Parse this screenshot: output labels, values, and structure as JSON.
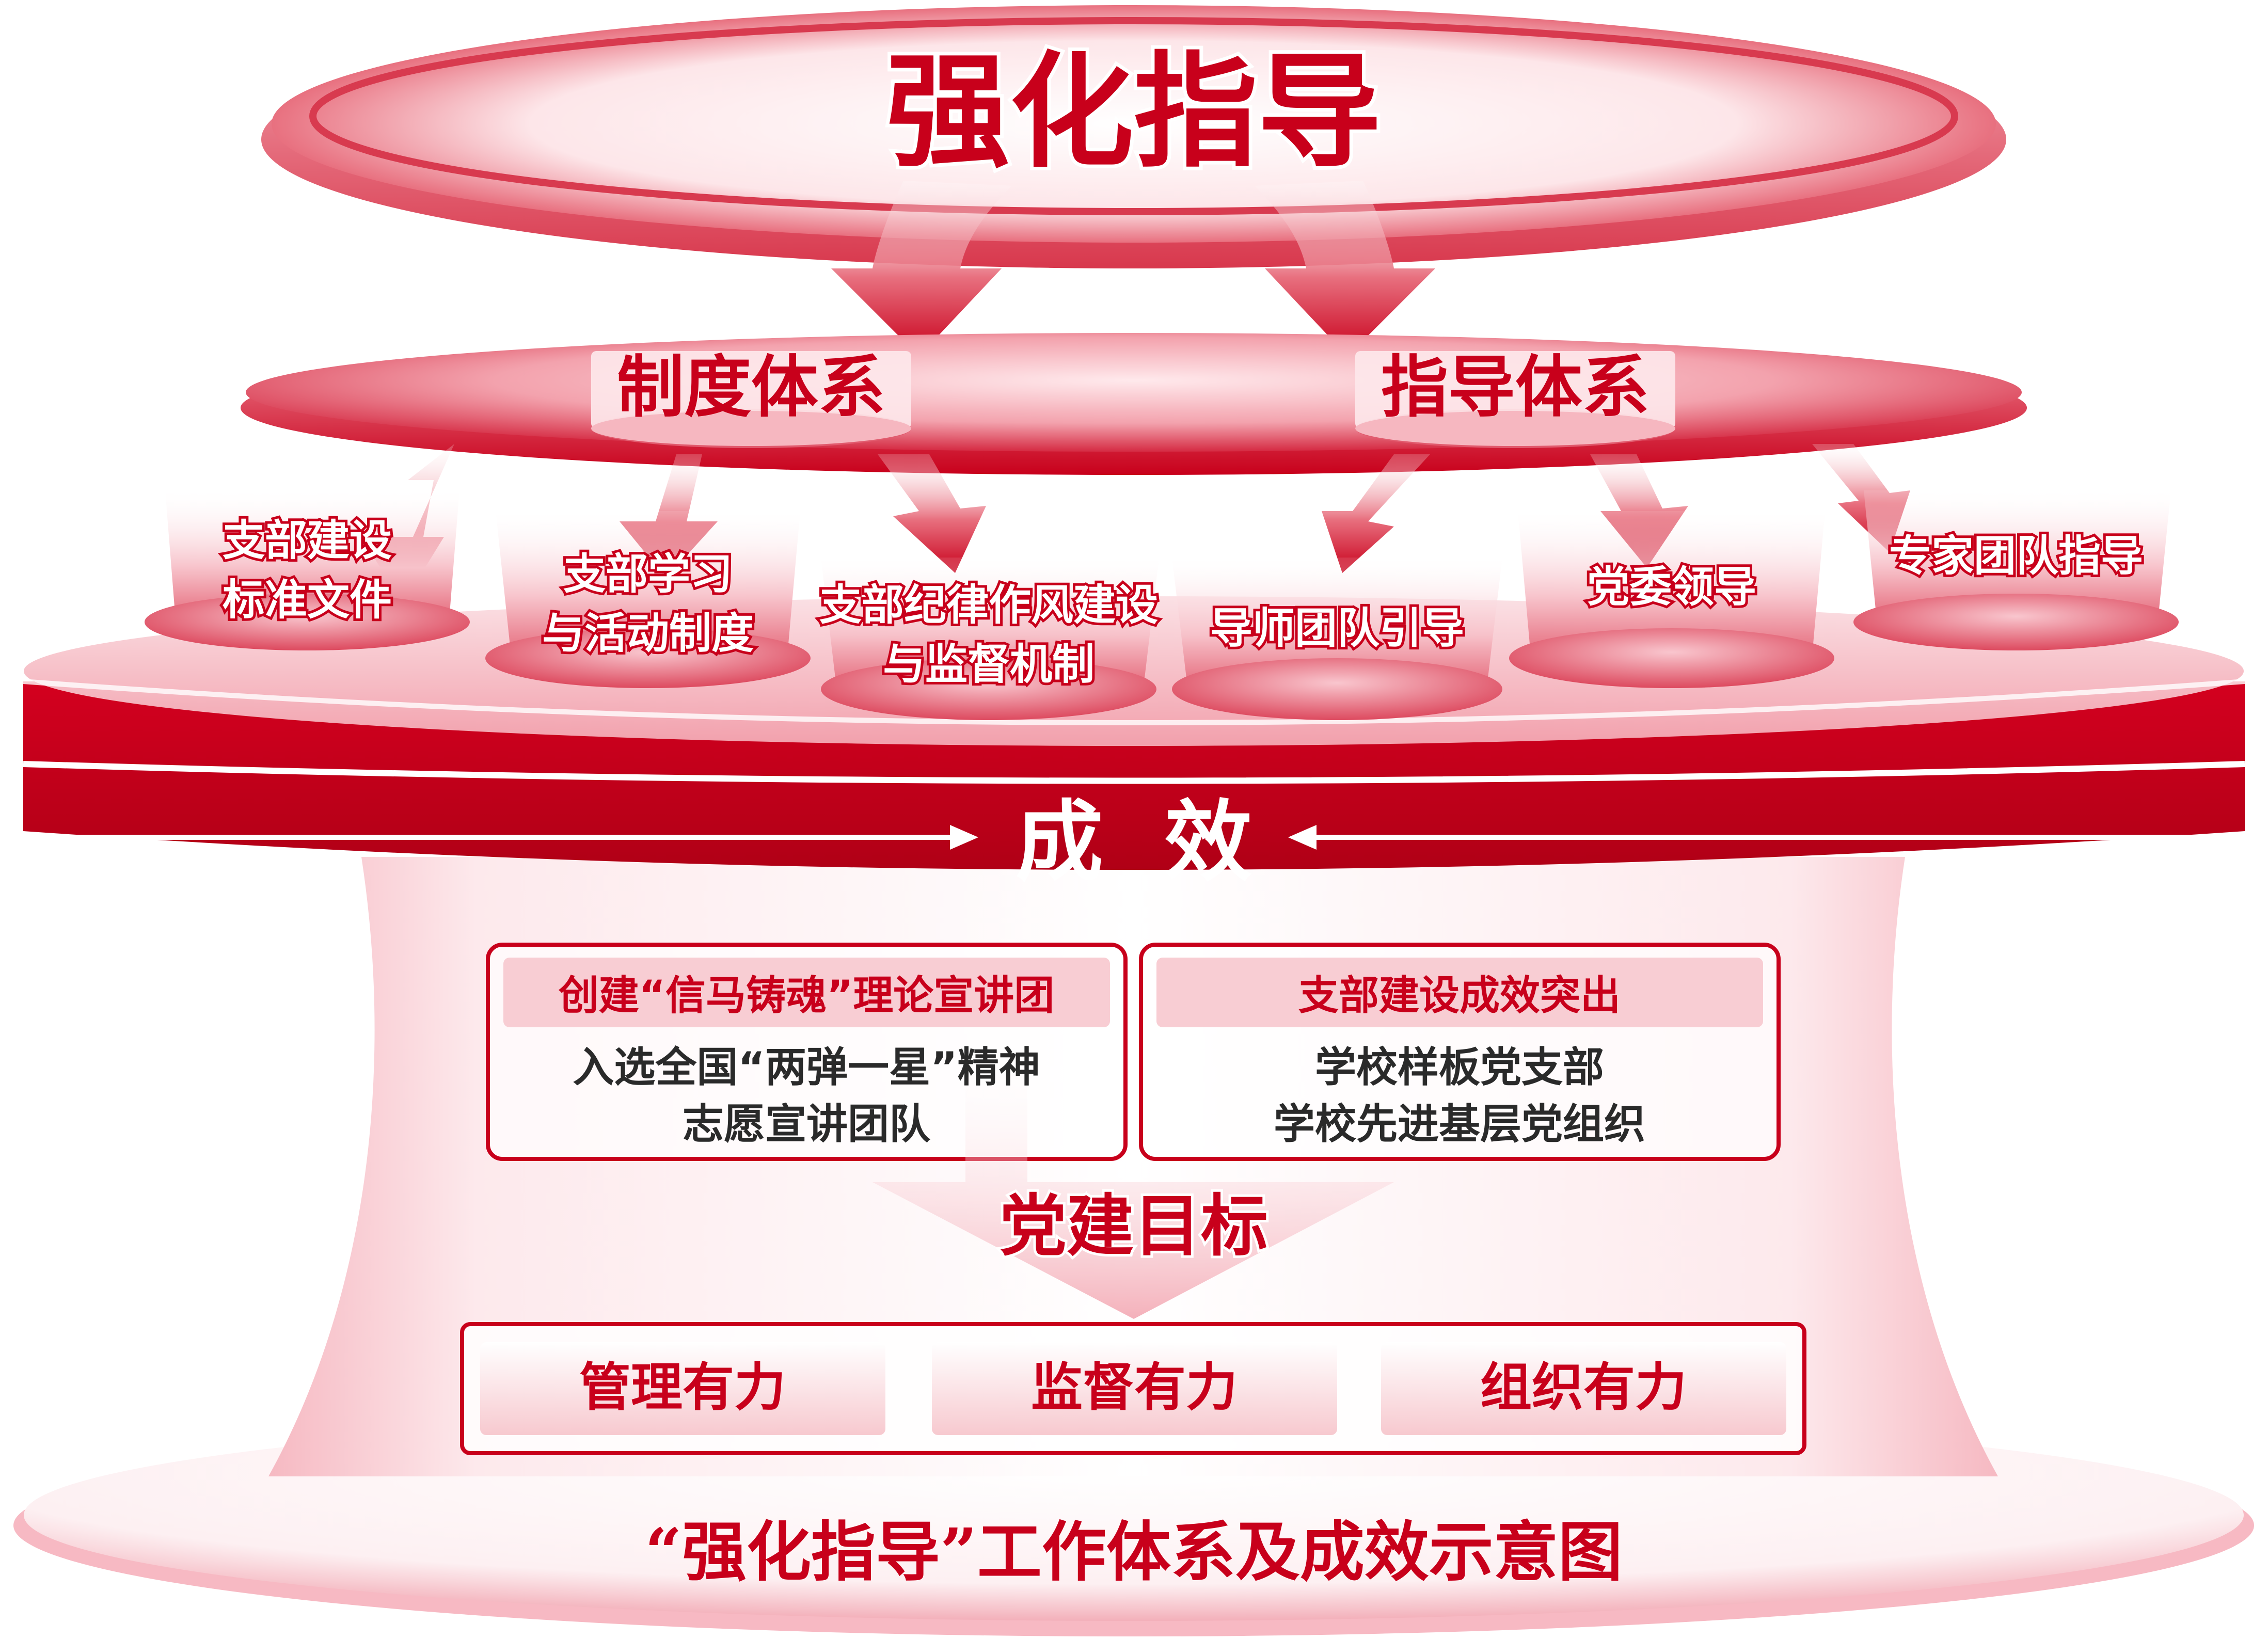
{
  "top": {
    "title": "强化指导"
  },
  "systems": {
    "left": "制度体系",
    "right": "指导体系"
  },
  "items": [
    {
      "line1": "支部建设",
      "line2": "标准文件"
    },
    {
      "line1": "支部学习",
      "line2": "与活动制度"
    },
    {
      "line1": "支部纪律作风建设",
      "line2": "与监督机制"
    },
    {
      "line1": "导师团队引导",
      "line2": ""
    },
    {
      "line1": "党委领导",
      "line2": ""
    },
    {
      "line1": "专家团队指导",
      "line2": ""
    }
  ],
  "band": {
    "label": "成  效"
  },
  "results": {
    "left": {
      "header": "创建“信马铸魂”理论宣讲团",
      "line1": "入选全国“两弹一星”精神",
      "line2": "志愿宣讲团队"
    },
    "right": {
      "header": "支部建设成效突出",
      "line1": "学校样板党支部",
      "line2": "学校先进基层党组织"
    }
  },
  "goal": {
    "label": "党建目标"
  },
  "goals": [
    "管理有力",
    "监督有力",
    "组织有力"
  ],
  "caption": "“强化指导”工作体系及成效示意图",
  "colors": {
    "primary_red": "#c8001b",
    "dark_red": "#a8001a",
    "pink": "#f6c9cf",
    "light_pink": "#fbe3e6",
    "text_dark": "#2a2a2a"
  }
}
